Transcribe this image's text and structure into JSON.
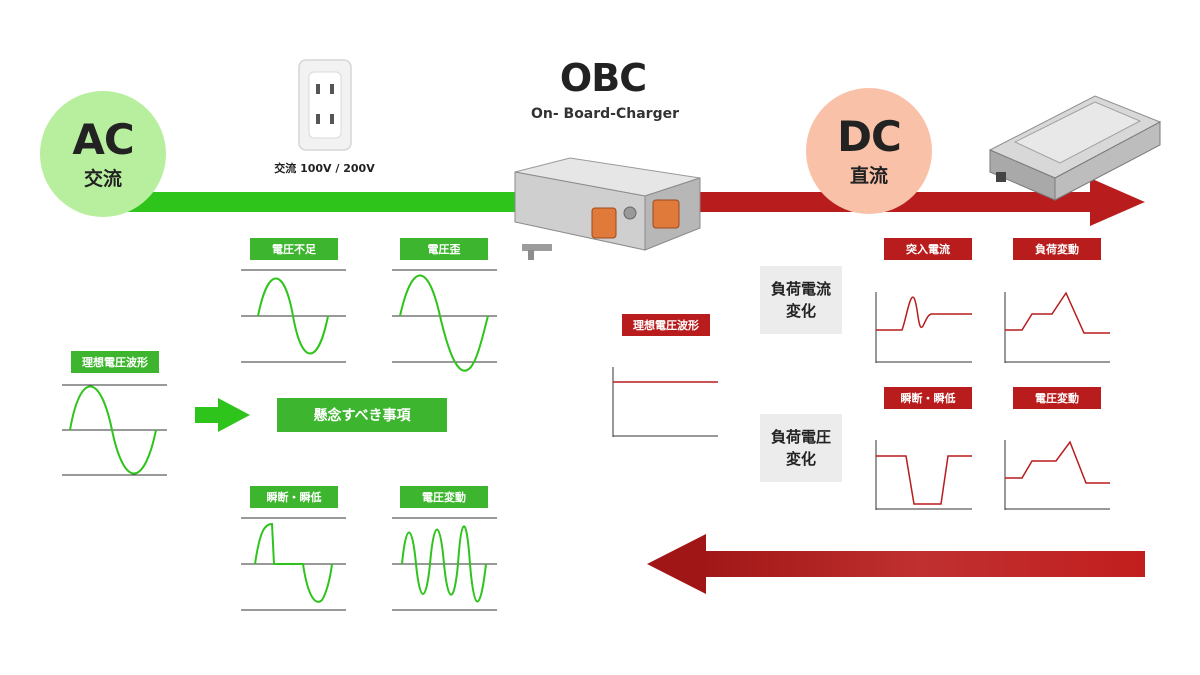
{
  "ac": {
    "big": "AC",
    "small": "交流"
  },
  "dc": {
    "big": "DC",
    "small": "直流"
  },
  "obc": {
    "title": "OBC",
    "subtitle": "On- Board-Charger"
  },
  "outlet": {
    "label": "交流 100V / 200V"
  },
  "left": {
    "ideal_label": "理想電圧波形",
    "concern_label": "懸念すべき事項",
    "tags": [
      "電圧不足",
      "電圧歪",
      "瞬断・瞬低",
      "電圧変動"
    ]
  },
  "right": {
    "ideal_label": "理想電圧波形",
    "load_current_box": [
      "負荷電流",
      "変化"
    ],
    "load_voltage_box": [
      "負荷電圧",
      "変化"
    ],
    "tags": [
      "突入電流",
      "負荷変動",
      "瞬断・瞬低",
      "電圧変動"
    ]
  },
  "colors": {
    "green": "#3db52e",
    "light_green": "#b8ef9f",
    "red": "#b81c1c",
    "peach": "#f9c1a8",
    "gray_box": "#ececec"
  }
}
